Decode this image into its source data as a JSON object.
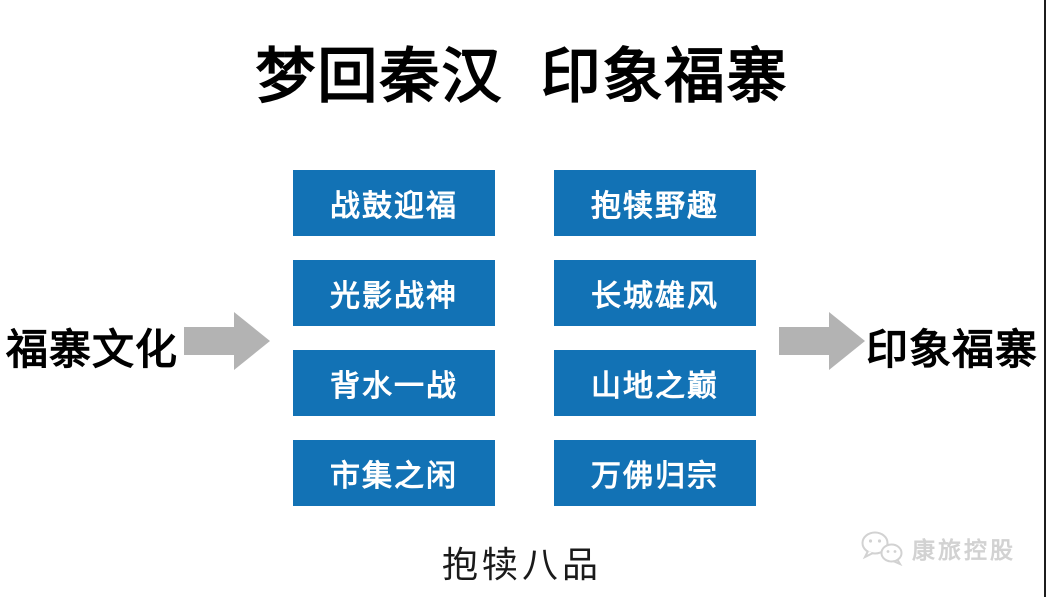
{
  "page": {
    "title": "梦回秦汉  印象福寨",
    "left_label": "福寨文化",
    "right_label": "印象福寨",
    "caption": "抱犊八品",
    "watermark_text": "康旅控股"
  },
  "columns": {
    "left": [
      "战鼓迎福",
      "光影战神",
      "背水一战",
      "市集之闲"
    ],
    "right": [
      "抱犊野趣",
      "长城雄风",
      "山地之巅",
      "万佛归宗"
    ]
  },
  "icons": {
    "left_arrow": "arrow-right-icon",
    "right_arrow": "arrow-right-icon",
    "watermark": "wechat-icon"
  },
  "colors": {
    "box_blue": "#1272B5",
    "arrow_gray": "#B3B3B3",
    "title_black": "#000000",
    "watermark_gray": "#D2D2D2"
  }
}
